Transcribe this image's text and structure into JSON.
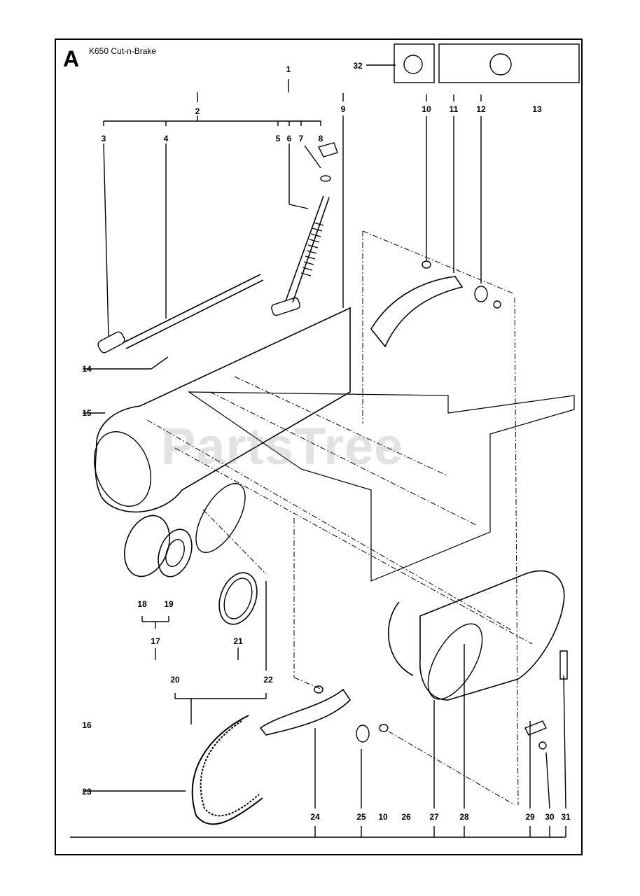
{
  "header": {
    "section": "A",
    "model": "K650 Cut-n-Brake"
  },
  "watermark": "PartsTree",
  "part_numbers": [
    "1",
    "2",
    "3",
    "4",
    "5",
    "6",
    "7",
    "8",
    "9",
    "10",
    "11",
    "12",
    "13",
    "14",
    "15",
    "16",
    "17",
    "18",
    "19",
    "20",
    "21",
    "22",
    "23",
    "24",
    "25",
    "10",
    "26",
    "27",
    "28",
    "29",
    "30",
    "31",
    "32"
  ]
}
